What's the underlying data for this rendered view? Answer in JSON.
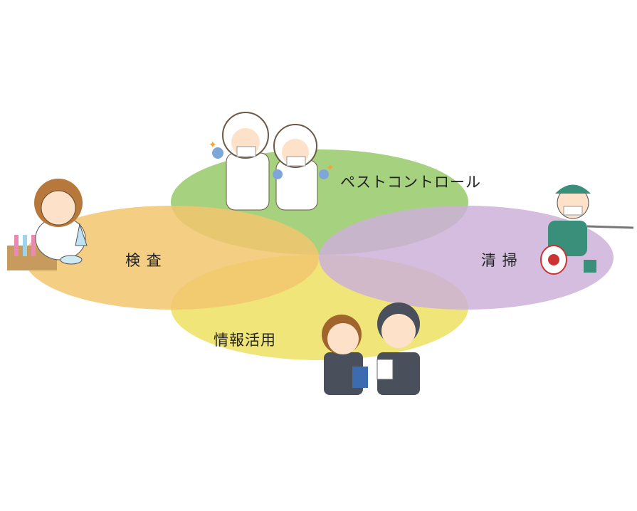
{
  "labels": {
    "pest_control": "ペストコントロール",
    "inspection": "検 査",
    "cleaning": "清 掃",
    "information": "情報活用"
  },
  "colors": {
    "green": "#a6d17f",
    "orange": "#f2c66d",
    "purple": "#ccb2d8",
    "yellow": "#efe36c"
  }
}
